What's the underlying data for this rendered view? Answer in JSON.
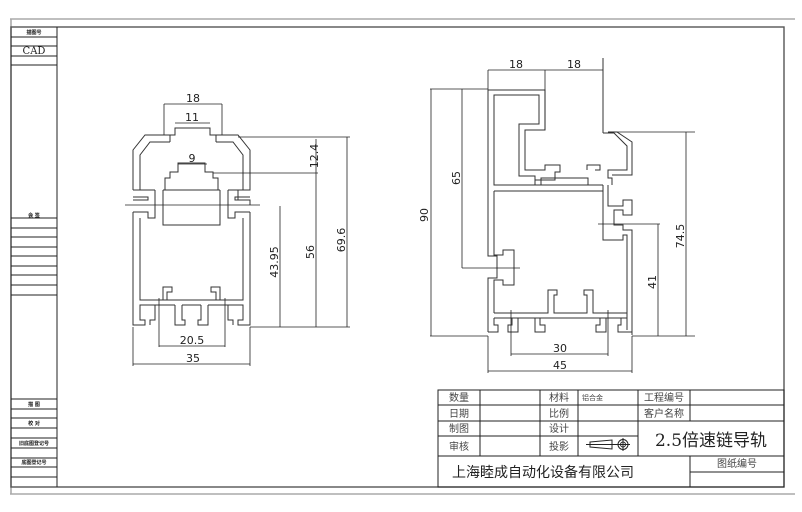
{
  "sidebar": {
    "top_label": "描图号",
    "cad_label": "CAD",
    "mid_label": "会 签",
    "bottom_labels": [
      "描 图",
      "校 对",
      "旧底图登记号",
      "底图登记号"
    ]
  },
  "title_block": {
    "labels": {
      "quantity": "数量",
      "date": "日期",
      "drafter": "制图",
      "reviewer": "审核",
      "material": "材料",
      "scale": "比例",
      "design": "设计",
      "projection": "投影",
      "project_no": "工程编号",
      "customer": "客户名称",
      "drawing_no": "图纸编号"
    },
    "values": {
      "material": "铝合金"
    },
    "drawing_title": "2.5倍速链导轨",
    "company": "上海睦成自动化设备有限公司"
  },
  "left_profile_dims": {
    "top_width": "18",
    "slot_width": "11",
    "inner_slot": "9",
    "height_12": "12.4",
    "height_43": "43.95",
    "height_56": "56",
    "height_69": "69.6",
    "bottom_inner": "20.5",
    "bottom_width": "35"
  },
  "right_profile_dims": {
    "top_left": "18",
    "top_right": "18",
    "height_total": "90",
    "height_65": "65",
    "height_74": "74.5",
    "height_41": "41",
    "bottom_inner": "30",
    "bottom_width": "45"
  }
}
